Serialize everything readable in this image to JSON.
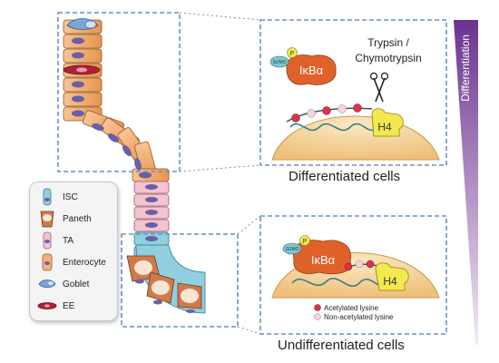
{
  "top_panel": {
    "sumo_tag": "SUMO",
    "p_tag": "P",
    "ikba_label": "IκBα",
    "protease_line1": "Trypsin /",
    "protease_line2": "Chymotrypsin",
    "h4_label": "H4",
    "caption": "Differentiated cells"
  },
  "bottom_panel": {
    "sumo_tag": "SUMO",
    "p_tag": "P",
    "ikba_label": "IκBα",
    "h4_label": "H4",
    "legend_acetylated": "Acetylated lysine",
    "legend_non_acetylated": "Non-acetylated lysine",
    "caption": "Undifferentiated cells"
  },
  "gradient_bar": {
    "label": "Differentiation",
    "color_top": "#7b3f9a",
    "color_bottom": "#efe6f3"
  },
  "cell_legend": {
    "items": [
      {
        "label": "ISC",
        "color": "#8fcfe0"
      },
      {
        "label": "Paneth",
        "color": "#d07a4a"
      },
      {
        "label": "TA",
        "color": "#f3c3cf"
      },
      {
        "label": "Enterocyte",
        "color": "#f4b27a"
      },
      {
        "label": "Goblet",
        "color": "#7aa5d6"
      },
      {
        "label": "EE",
        "color": "#b0203a"
      }
    ]
  },
  "colors": {
    "ikba": "#e0622a",
    "h4": "#f2e94e",
    "nucleus": "#f7d9a3",
    "acetylated": "#d9344a",
    "non_acetylated": "#f4d5d8",
    "frame": "#6b8fc4"
  }
}
